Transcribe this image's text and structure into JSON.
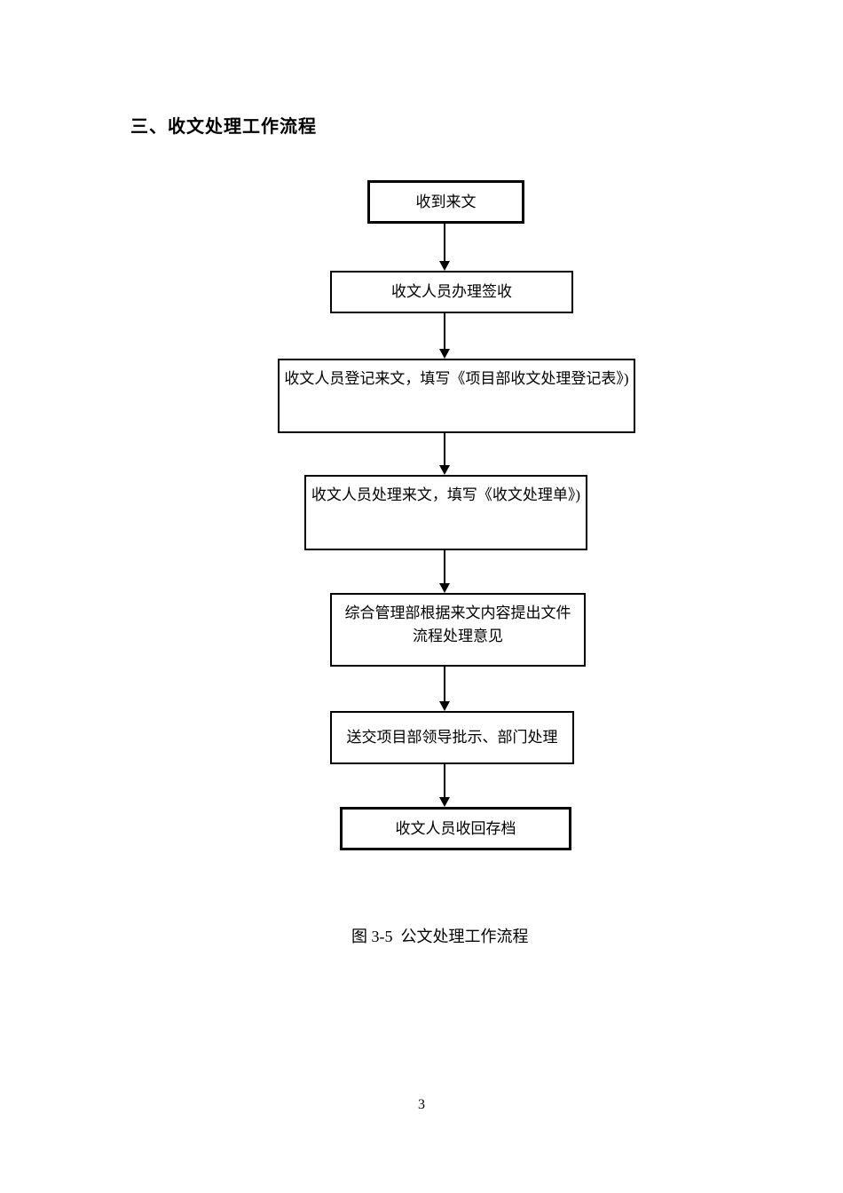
{
  "page": {
    "title": "三、收文处理工作流程",
    "caption": "图 3-5  公文处理工作流程",
    "page_number": "3",
    "background_color": "#ffffff",
    "text_color": "#000000"
  },
  "flowchart": {
    "type": "flowchart",
    "direction": "top-down",
    "box_border_color": "#000000",
    "connector_color": "#000000",
    "nodes": [
      {
        "id": "n1",
        "label": "收到来文"
      },
      {
        "id": "n2",
        "label": "收文人员办理签收"
      },
      {
        "id": "n3",
        "label": "收文人员登记来文，填写《项目部收文处理登记表》)"
      },
      {
        "id": "n4",
        "label": "收文人员处理来文，填写《收文处理单》)"
      },
      {
        "id": "n5",
        "label": "综合管理部根据来文内容提出文件\n流程处理意见"
      },
      {
        "id": "n6",
        "label": "送交项目部领导批示、部门处理"
      },
      {
        "id": "n7",
        "label": "收文人员收回存档"
      }
    ],
    "edges": [
      [
        "n1",
        "n2"
      ],
      [
        "n2",
        "n3"
      ],
      [
        "n3",
        "n4"
      ],
      [
        "n4",
        "n5"
      ],
      [
        "n5",
        "n6"
      ],
      [
        "n6",
        "n7"
      ]
    ]
  }
}
